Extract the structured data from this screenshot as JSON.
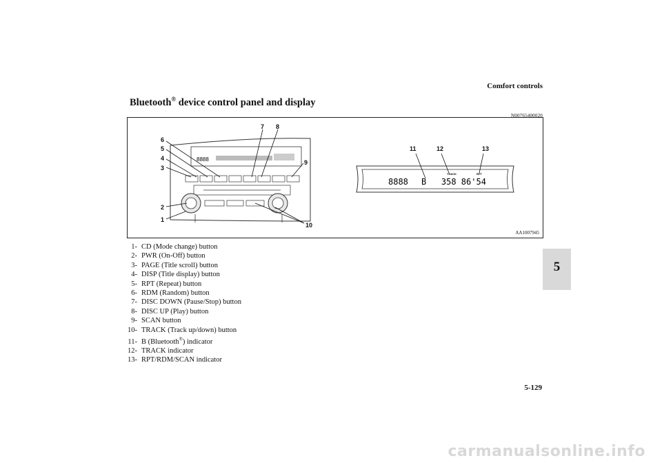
{
  "header": {
    "section": "Comfort controls"
  },
  "title": {
    "text_before": "Bluetooth",
    "reg": "®",
    "text_after": " device control panel and display"
  },
  "doc_code": "N00765400020",
  "figure": {
    "code": "AA1007945",
    "callouts": [
      "1",
      "2",
      "3",
      "4",
      "5",
      "6",
      "7",
      "8",
      "9",
      "10",
      "11",
      "12",
      "13"
    ],
    "display_digits": "8888",
    "display_text": "B   358 86'54",
    "track_label": "TRACK",
    "rpt_label": "RPT"
  },
  "legend": [
    {
      "num": "1-",
      "text": "CD (Mode change) button"
    },
    {
      "num": "2-",
      "text": "PWR (On-Off) button"
    },
    {
      "num": "3-",
      "text": "PAGE (Title scroll) button"
    },
    {
      "num": "4-",
      "text": "DISP (Title display) button"
    },
    {
      "num": "5-",
      "text": "RPT (Repeat) button"
    },
    {
      "num": "6-",
      "text": "RDM (Random) button"
    },
    {
      "num": "7-",
      "text": "DISC DOWN (Pause/Stop) button"
    },
    {
      "num": "8-",
      "text": "DISC UP (Play) button"
    },
    {
      "num": "9-",
      "text": "SCAN button"
    },
    {
      "num": "10-",
      "text": "TRACK (Track up/down) button"
    },
    {
      "num": "11-",
      "text_before": "B (Bluetooth",
      "reg": "®",
      "text_after": ") indicator"
    },
    {
      "num": "12-",
      "text": "TRACK indicator"
    },
    {
      "num": "13-",
      "text": "RPT/RDM/SCAN indicator"
    }
  ],
  "chapter_tab": "5",
  "page_number": "5-129",
  "watermark": "carmanualsonline.info"
}
